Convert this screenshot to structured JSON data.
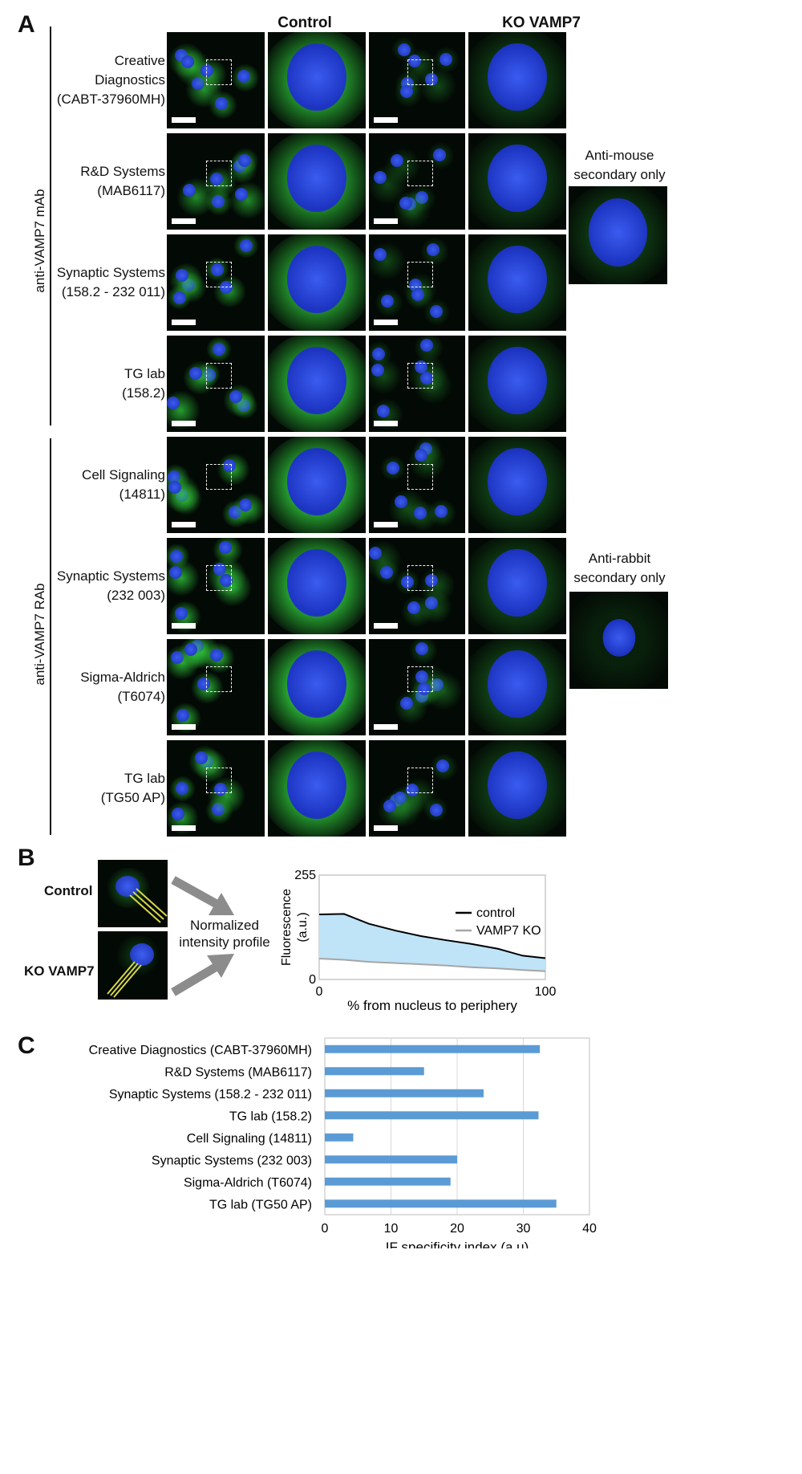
{
  "panel_a": {
    "letter": "A",
    "col_control": "Control",
    "col_ko": "KO VAMP7",
    "group_mab": "anti-VAMP7 mAb",
    "group_rab": "anti-VAMP7 RAb",
    "rows": [
      {
        "label": "Creative\nDiagnostics\n(CABT-37960MH)"
      },
      {
        "label": "R&D Systems\n(MAB6117)"
      },
      {
        "label": "Synaptic Systems\n(158.2 - 232 011)"
      },
      {
        "label": "TG lab\n(158.2)"
      },
      {
        "label": "Cell Signaling\n(14811)"
      },
      {
        "label": "Synaptic Systems\n(232 003)"
      },
      {
        "label": "Sigma-Aldrich\n(T6074)"
      },
      {
        "label": "TG lab\n(TG50 AP)"
      }
    ],
    "secondary_mouse": "Anti-mouse\nsecondary only",
    "secondary_rabbit": "Anti-rabbit\nsecondary only"
  },
  "panel_b": {
    "letter": "B",
    "control_label": "Control",
    "ko_label": "KO VAMP7",
    "profile_label": "Normalized\nintensity profile"
  },
  "panel_c": {
    "letter": "C"
  },
  "colors": {
    "fill_area": "#bfe3f7",
    "control_line": "#000000",
    "ko_line": "#a6a6a6",
    "bar": "#5b9bd5",
    "dapi": "#1f3fd0",
    "gfp": "#2fc23a"
  },
  "chart_data": [
    {
      "type": "area",
      "xlabel": "% from nucleus to periphery",
      "ylabel": "Fluorescence\n(a.u.)",
      "xlim": [
        0,
        100
      ],
      "ylim": [
        0,
        255
      ],
      "xticks": [
        "0",
        "100"
      ],
      "yticks": [
        "0",
        "255"
      ],
      "legend_position": "right",
      "series": [
        {
          "name": "control",
          "x": [
            0,
            11,
            22,
            34,
            45,
            56,
            67,
            79,
            90,
            100
          ],
          "values": [
            159,
            160,
            136,
            119,
            106,
            96,
            87,
            75,
            58,
            52
          ]
        },
        {
          "name": "VAMP7 KO",
          "x": [
            0,
            11,
            22,
            34,
            45,
            56,
            67,
            79,
            90,
            100
          ],
          "values": [
            51,
            48,
            43,
            40,
            37,
            34,
            30,
            27,
            23,
            20
          ]
        }
      ]
    },
    {
      "type": "bar",
      "orientation": "horizontal",
      "xlabel": "IF specificity index (a.u)",
      "xlim": [
        0,
        40
      ],
      "xticks": [
        "0",
        "10",
        "20",
        "30",
        "40"
      ],
      "categories": [
        "Creative Diagnostics (CABT-37960MH)",
        "R&D Systems (MAB6117)",
        "Synaptic Systems (158.2 - 232 011)",
        "TG lab (158.2)",
        "Cell Signaling (14811)",
        "Synaptic Systems (232 003)",
        "Sigma-Aldrich (T6074)",
        "TG lab (TG50 AP)"
      ],
      "values": [
        32.5,
        15,
        24,
        32.3,
        4.3,
        20,
        19,
        35
      ],
      "grid": true
    }
  ]
}
